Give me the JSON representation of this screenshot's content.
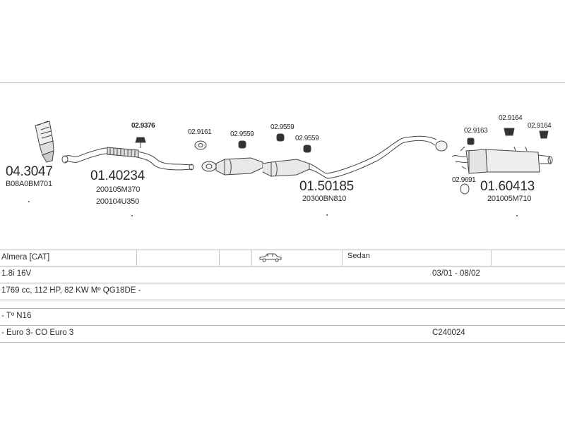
{
  "parts": {
    "catalyst": {
      "number": "04.3047",
      "oem": "B08A0BM701"
    },
    "front_pipe": {
      "number": "01.40234",
      "oem1": "200105M370",
      "oem2": "200104U350"
    },
    "mid_section": {
      "number": "01.50185",
      "oem": "20300BN810"
    },
    "rear_silencer": {
      "number": "01.60413",
      "oem": "201005M710"
    },
    "fittings": {
      "f1": "02.9376",
      "f2": "02.9161",
      "f3": "02.9559",
      "f4": "02.9559",
      "f5": "02.9559",
      "f6": "02.9163",
      "f7": "02.9164",
      "f8": "02.9164",
      "f9": "02.9691"
    }
  },
  "vehicle": {
    "model": "Almera  [CAT]",
    "body": "Sedan",
    "engine": "1.8i 16V",
    "period": "03/01 - 08/02",
    "specs": "1769 cc, 112 HP, 82 KW Mº QG18DE -",
    "type": "- Tº N16",
    "emission": "- Euro 3- CO Euro 3",
    "ref": "C240024"
  },
  "icons": {
    "body_icon": "sedan-car-icon"
  }
}
